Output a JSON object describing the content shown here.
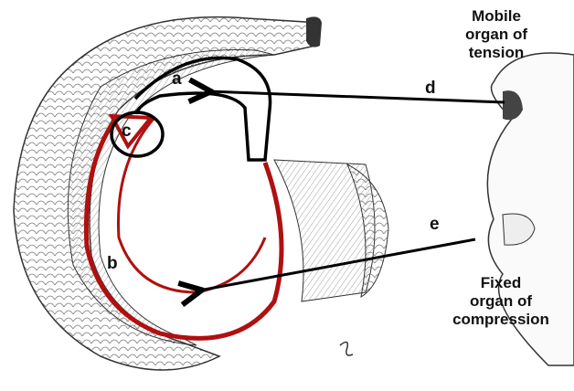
{
  "labels": {
    "mobile": {
      "line1": "Mobile",
      "line2": "organ of",
      "line3": "tension"
    },
    "fixed": {
      "line1": "Fixed",
      "line2": "organ of",
      "line3": "compression"
    },
    "a": "a",
    "b": "b",
    "c": "c",
    "d": "d",
    "e": "e"
  },
  "colors": {
    "red_outline": "#b01010",
    "black_outline": "#000000",
    "sketch": "#555555"
  }
}
